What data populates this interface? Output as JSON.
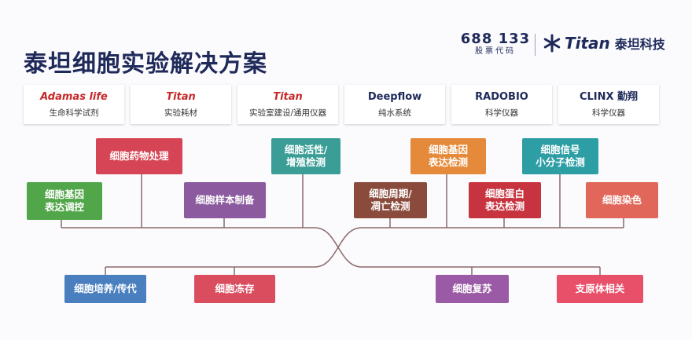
{
  "title": "泰坦细胞实验解决方案",
  "stock": {
    "code": "688 133",
    "label": "股票代码"
  },
  "brand": {
    "name": "Titan",
    "cn": "泰坦科技"
  },
  "partners": [
    {
      "logo": "Adamas life",
      "desc": "生命科学试剂"
    },
    {
      "logo": "Titan",
      "desc": "实验耗材"
    },
    {
      "logo": "Titan",
      "desc": "实验室建设/通用仪器"
    },
    {
      "logo": "Deepflow",
      "desc": "纯水系统"
    },
    {
      "logo": "RADOBIO",
      "desc": "科学仪器"
    },
    {
      "logo": "CLINX 勤翔",
      "desc": "科学仪器"
    }
  ],
  "topics": {
    "drug": "细胞药物处理",
    "gene_reg": "细胞基因\n表达调控",
    "sample": "细胞样本制备",
    "activity": "细胞活性/\n增殖检测",
    "cycle": "细胞周期/\n凋亡检测",
    "gene_detect": "细胞基因\n表达检测",
    "protein": "细胞蛋白\n表达检测",
    "signal": "细胞信号\n小分子检测",
    "stain": "细胞染色",
    "culture": "细胞培养/传代",
    "freeze": "细胞冻存",
    "revive": "细胞复苏",
    "support": "支原体相关"
  },
  "colors": {
    "navy": "#1f2a5a",
    "green": "#52a64a",
    "red": "#d64555",
    "purple": "#8b5a9f",
    "teal": "#3a9e97",
    "brown": "#8a4b3c",
    "orange": "#e58a3a",
    "crimson": "#c7343f",
    "cyan": "#2e9ea5",
    "salmon": "#e0675a",
    "blue": "#4a7fbf",
    "rose": "#d94d5f",
    "violet": "#9a5aa5",
    "pink": "#e8506a",
    "line": "#8a6a6a"
  }
}
